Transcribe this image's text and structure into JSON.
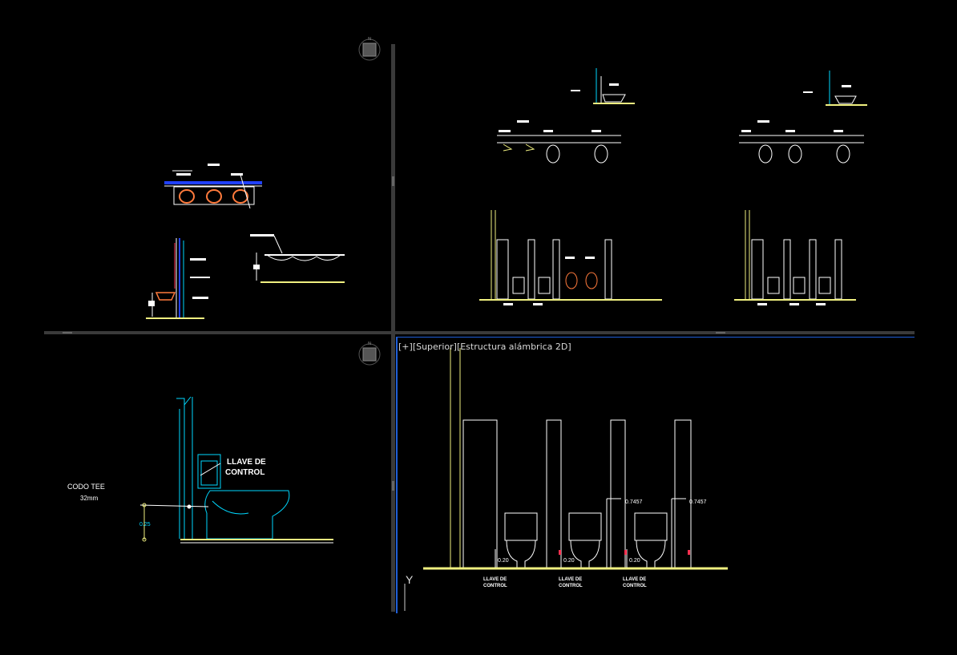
{
  "viewport_controls": {
    "plus": "[+]",
    "view": "[Superior]",
    "style": "[Estructura alámbrica 2D]"
  },
  "drawing_bottom_left": {
    "codo_tee_label": "CODO TEE",
    "codo_tee_size": "32mm",
    "llave_line1": "LLAVE DE",
    "llave_line2": "CONTROL",
    "dimension": "0.25"
  },
  "drawing_bottom_right": {
    "dim_height_1": "0.7457",
    "dim_height_2": "0.7457",
    "dim_low_1": "0.20",
    "dim_low_2": "0.20",
    "dim_low_3": "0.20",
    "label_1_line1": "LLAVE DE",
    "label_1_line2": "CONTROL",
    "label_2_line1": "LLAVE DE",
    "label_2_line2": "CONTROL",
    "label_3_line1": "LLAVE DE",
    "label_3_line2": "CONTROL",
    "ucs_axis": "Y"
  },
  "colors": {
    "background": "#000000",
    "cyan": "#00d8ff",
    "yellow": "#f0f080",
    "orange": "#ff7a3c",
    "blue": "#2040ff",
    "white": "#ffffff",
    "active_border": "#1f5fd8"
  }
}
